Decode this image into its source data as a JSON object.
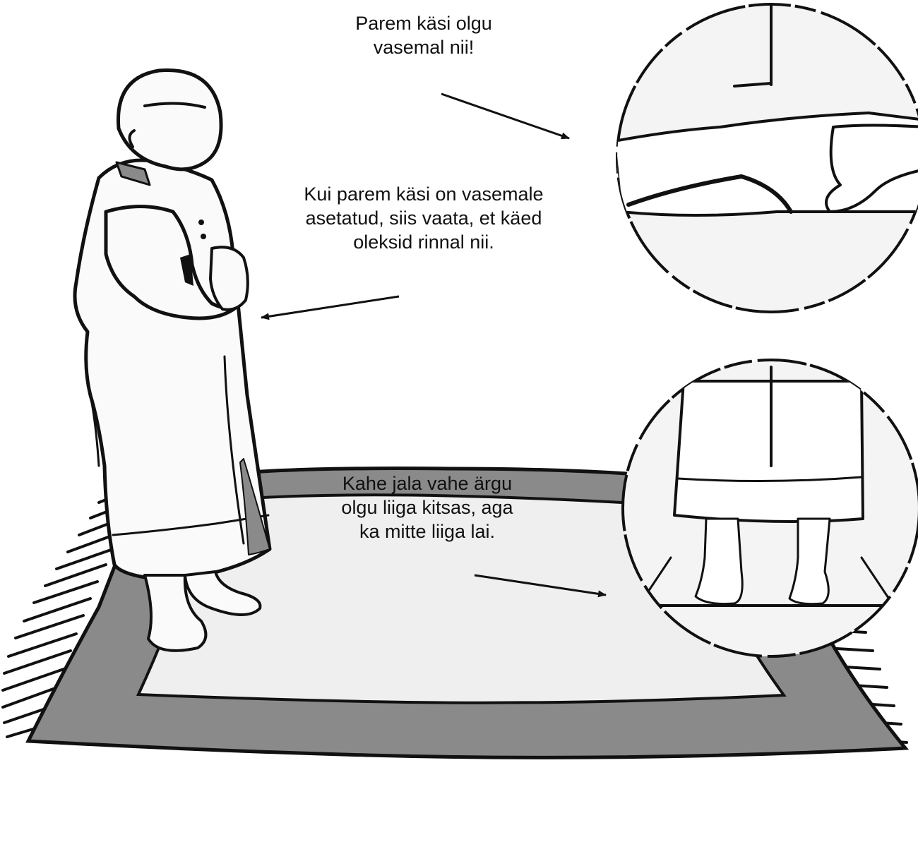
{
  "captions": {
    "hand_placement": "Parem käsi olgu\nvasemal nii!",
    "arms_on_chest": "Kui parem käsi on vasemale\nasetatud, siis vaata, et käed\noleksid rinnal nii.",
    "feet_spacing": "Kahe jala vahe ärgu\nolgu liiga kitsas, aga\nka mitte liiga lai."
  },
  "colors": {
    "ink": "#111111",
    "rug_border": "#8a8a8a",
    "rug_center": "#efefef",
    "robe": "#fafafa",
    "paper": "#ffffff"
  }
}
